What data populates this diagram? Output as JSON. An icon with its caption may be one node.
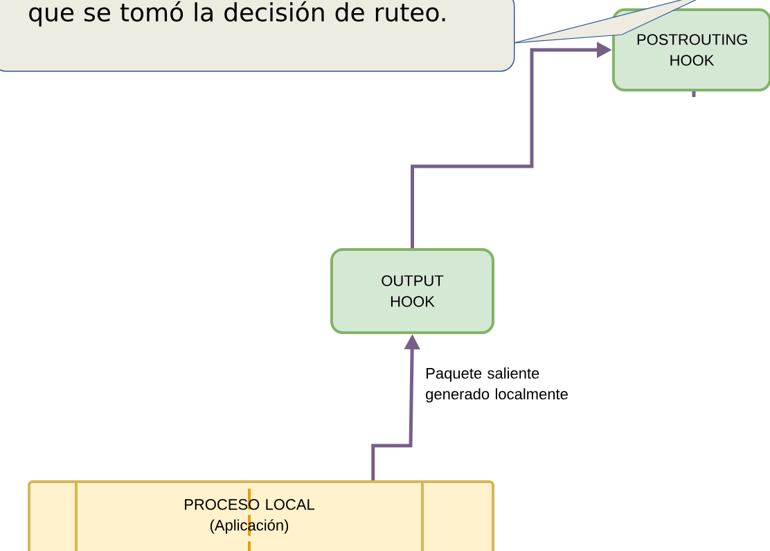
{
  "diagram": {
    "nodes": [
      {
        "text": [
          "que se tomó la decisión de ruteo."
        ]
      },
      {
        "text": [
          "POSTROUTING HOOK"
        ]
      },
      {
        "text": [
          "OUTPUT HOOK"
        ]
      },
      {
        "text": [
          "PROCESO LOCAL (Aplicación)"
        ]
      }
    ],
    "edges": [
      {
        "from": 0,
        "to": 1,
        "arrow": "none",
        "color": "#2f5597"
      },
      {
        "from": 3,
        "to": 2,
        "arrow": "to",
        "label": "Paquete saliente generado localmente"
      },
      {
        "from": 2,
        "to": 1,
        "arrow": "to"
      },
      {
        "from": 1,
        "to": null,
        "arrow": "none"
      }
    ]
  }
}
